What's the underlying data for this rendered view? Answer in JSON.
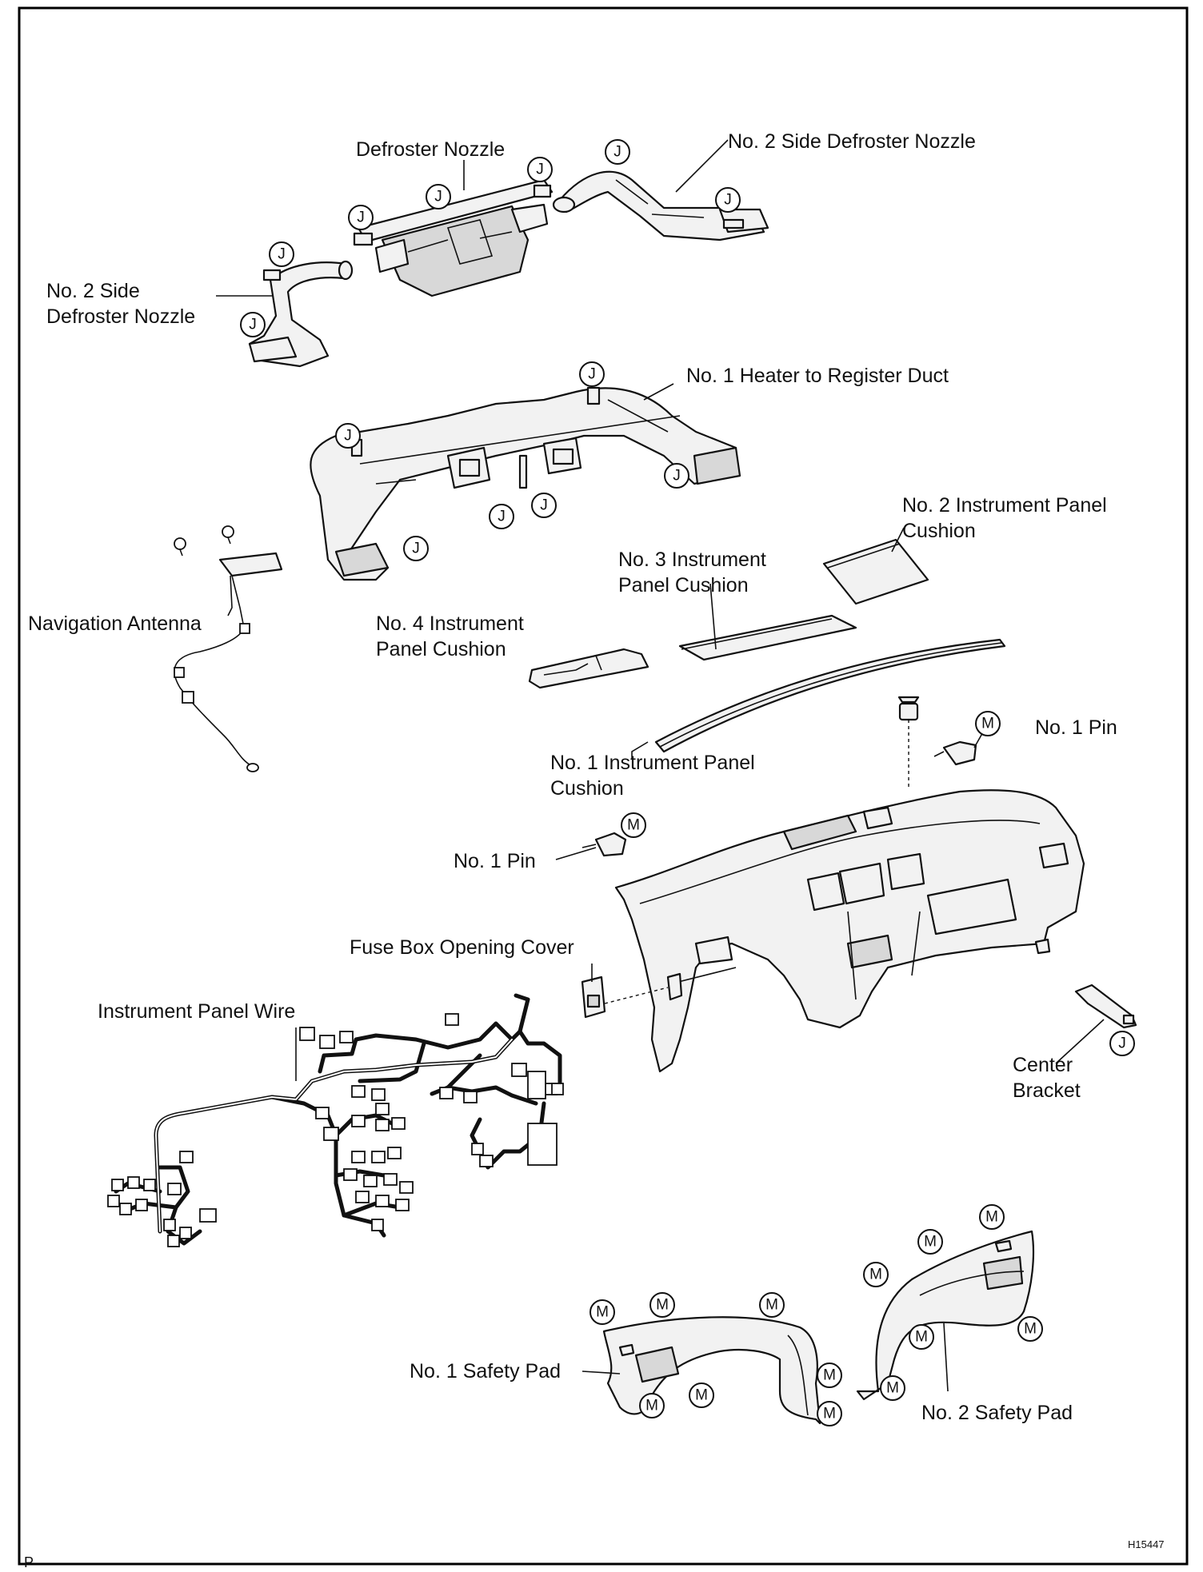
{
  "labels": {
    "defroster_nozzle": "Defroster Nozzle",
    "no2_side_defroster_right": "No. 2 Side Defroster Nozzle",
    "no2_side_defroster_left_1": "No. 2 Side",
    "no2_side_defroster_left_2": "Defroster Nozzle",
    "no1_heater_duct": "No. 1 Heater to Register Duct",
    "no2_cushion_1": "No. 2 Instrument Panel",
    "no2_cushion_2": "Cushion",
    "no3_cushion_1": "No. 3 Instrument",
    "no3_cushion_2": "Panel Cushion",
    "navigation_antenna": "Navigation Antenna",
    "no4_cushion_1": "No. 4 Instrument",
    "no4_cushion_2": "Panel Cushion",
    "no1_pin_right": "No. 1 Pin",
    "no1_cushion_1": "No. 1 Instrument Panel",
    "no1_cushion_2": "Cushion",
    "no1_pin_left": "No. 1 Pin",
    "fuse_box_cover": "Fuse Box Opening Cover",
    "instrument_panel_wire": "Instrument Panel Wire",
    "center_bracket_1": "Center",
    "center_bracket_2": "Bracket",
    "no1_safety_pad": "No. 1 Safety Pad",
    "no2_safety_pad": "No. 2 Safety Pad"
  },
  "markers": {
    "j": "J",
    "m": "M"
  },
  "footer": {
    "left": "P",
    "right": "H15447"
  }
}
